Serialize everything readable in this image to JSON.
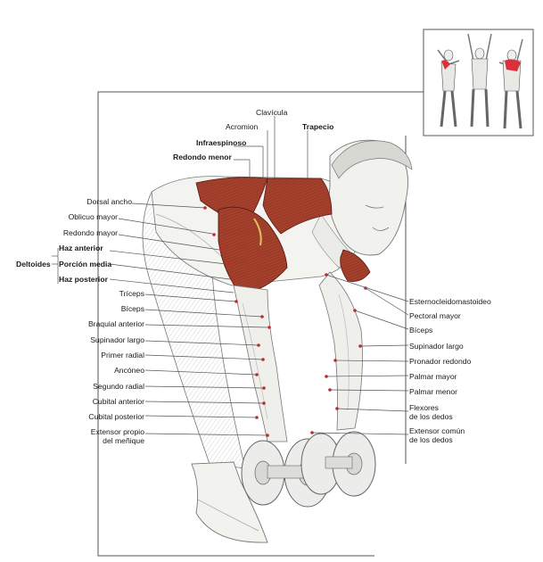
{
  "top_labels": {
    "clavicula": "Clavícula",
    "acromion": "Acromion",
    "trapecio": "Trapecio",
    "infraespinoso": "Infraespinoso",
    "redondo_menor": "Redondo menor"
  },
  "left_labels": {
    "dorsal_ancho": "Dorsal ancho",
    "oblicuo_mayor": "Oblicuo mayor",
    "redondo_mayor": "Redondo mayor",
    "deltoides": "Deltoides",
    "haz_anterior": "Haz anterior",
    "porcion_media": "Porción media",
    "haz_posterior": "Haz posterior",
    "triceps": "Tríceps",
    "biceps": "Bíceps",
    "braquial_anterior": "Braquial anterior",
    "supinador_largo": "Supinador largo",
    "primer_radial": "Primer radial",
    "anconeo": "Ancóneo",
    "segundo_radial": "Segundo radial",
    "cubital_anterior": "Cubital anterior",
    "cubital_posterior": "Cubital posterior",
    "extensor_propio": "Extensor propio\ndel meñique"
  },
  "right_labels": {
    "esternocleidomastoideo": "Esternocleidomastoideo",
    "pectoral_mayor": "Pectoral mayor",
    "biceps": "Bíceps",
    "supinador_largo": "Supinador largo",
    "pronador_redondo": "Pronador redondo",
    "palmar_mayor": "Palmar mayor",
    "palmar_menor": "Palmar menor",
    "flexores": "Flexores\nde los dedos",
    "extensor_comun": "Extensor común\nde los dedos"
  },
  "colors": {
    "muscle_highlight": "#a4402c",
    "muscle_dark": "#6e2418",
    "inset_red": "#d9303a",
    "skin_sketch": "#eeeeea",
    "frame": "#555555"
  }
}
